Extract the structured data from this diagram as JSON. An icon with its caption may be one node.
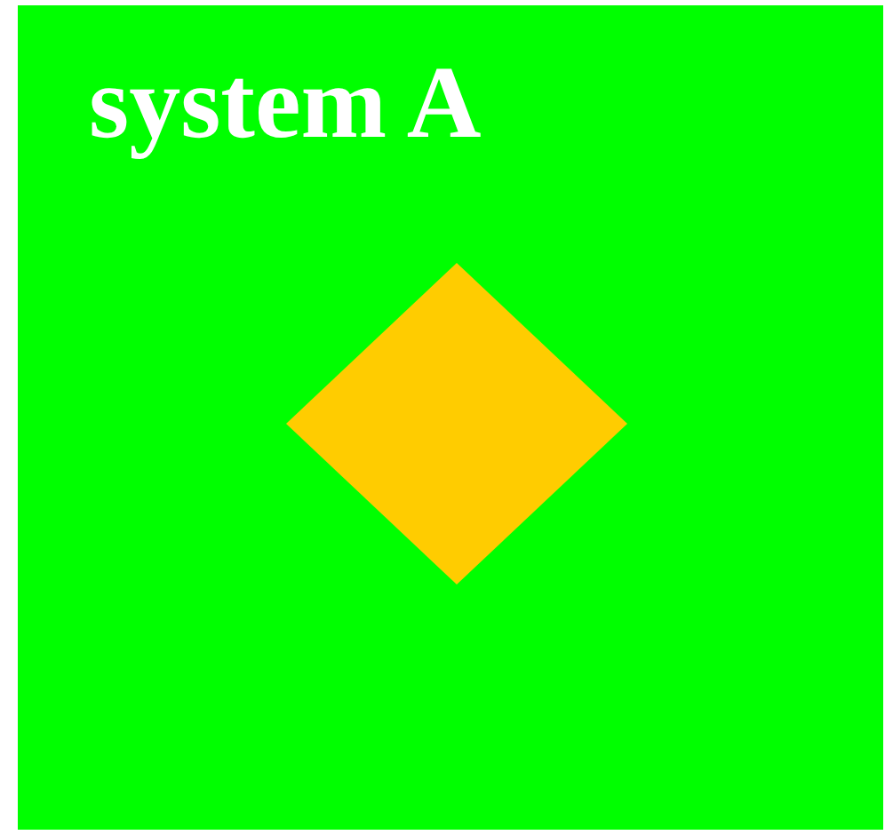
{
  "diagram": {
    "nodes": [
      {
        "text": [
          "system A"
        ]
      },
      {
        "text": [],
        "shape": "diamond",
        "in": 0
      }
    ]
  }
}
